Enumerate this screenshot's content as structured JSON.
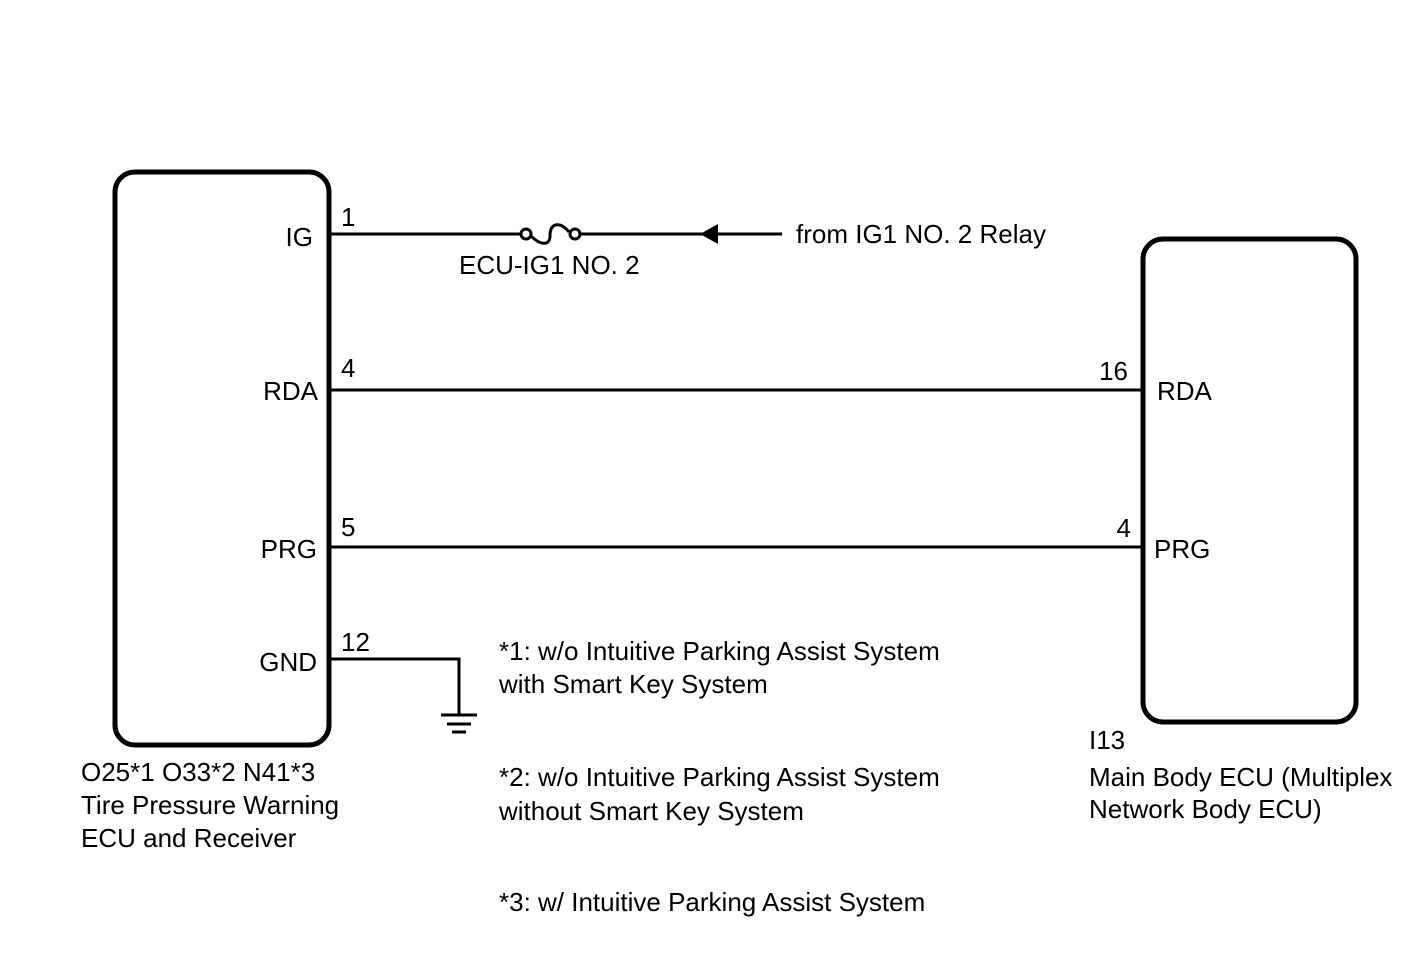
{
  "left_component": {
    "connectors": "O25*1 O33*2 N41*3",
    "name_line1": "Tire Pressure Warning",
    "name_line2": "ECU and Receiver",
    "terminals": {
      "ig": {
        "name": "IG",
        "pin": "1"
      },
      "rda": {
        "name": "RDA",
        "pin": "4"
      },
      "prg": {
        "name": "PRG",
        "pin": "5"
      },
      "gnd": {
        "name": "GND",
        "pin": "12"
      }
    }
  },
  "right_component": {
    "connector": "I13",
    "name_line1": "Main Body ECU (Multiplex",
    "name_line2": "Network Body ECU)",
    "terminals": {
      "rda": {
        "name": "RDA",
        "pin": "16"
      },
      "prg": {
        "name": "PRG",
        "pin": "4"
      }
    }
  },
  "fuse": {
    "label": "ECU-IG1 NO. 2"
  },
  "power_source": {
    "label": "from IG1 NO. 2 Relay"
  },
  "notes": {
    "note1_line1": "*1: w/o Intuitive Parking Assist System",
    "note1_line2": "with Smart Key System",
    "note2_line1": "*2: w/o Intuitive Parking Assist System",
    "note2_line2": "without Smart Key System",
    "note3_line1": "*3: w/ Intuitive Parking Assist System"
  }
}
